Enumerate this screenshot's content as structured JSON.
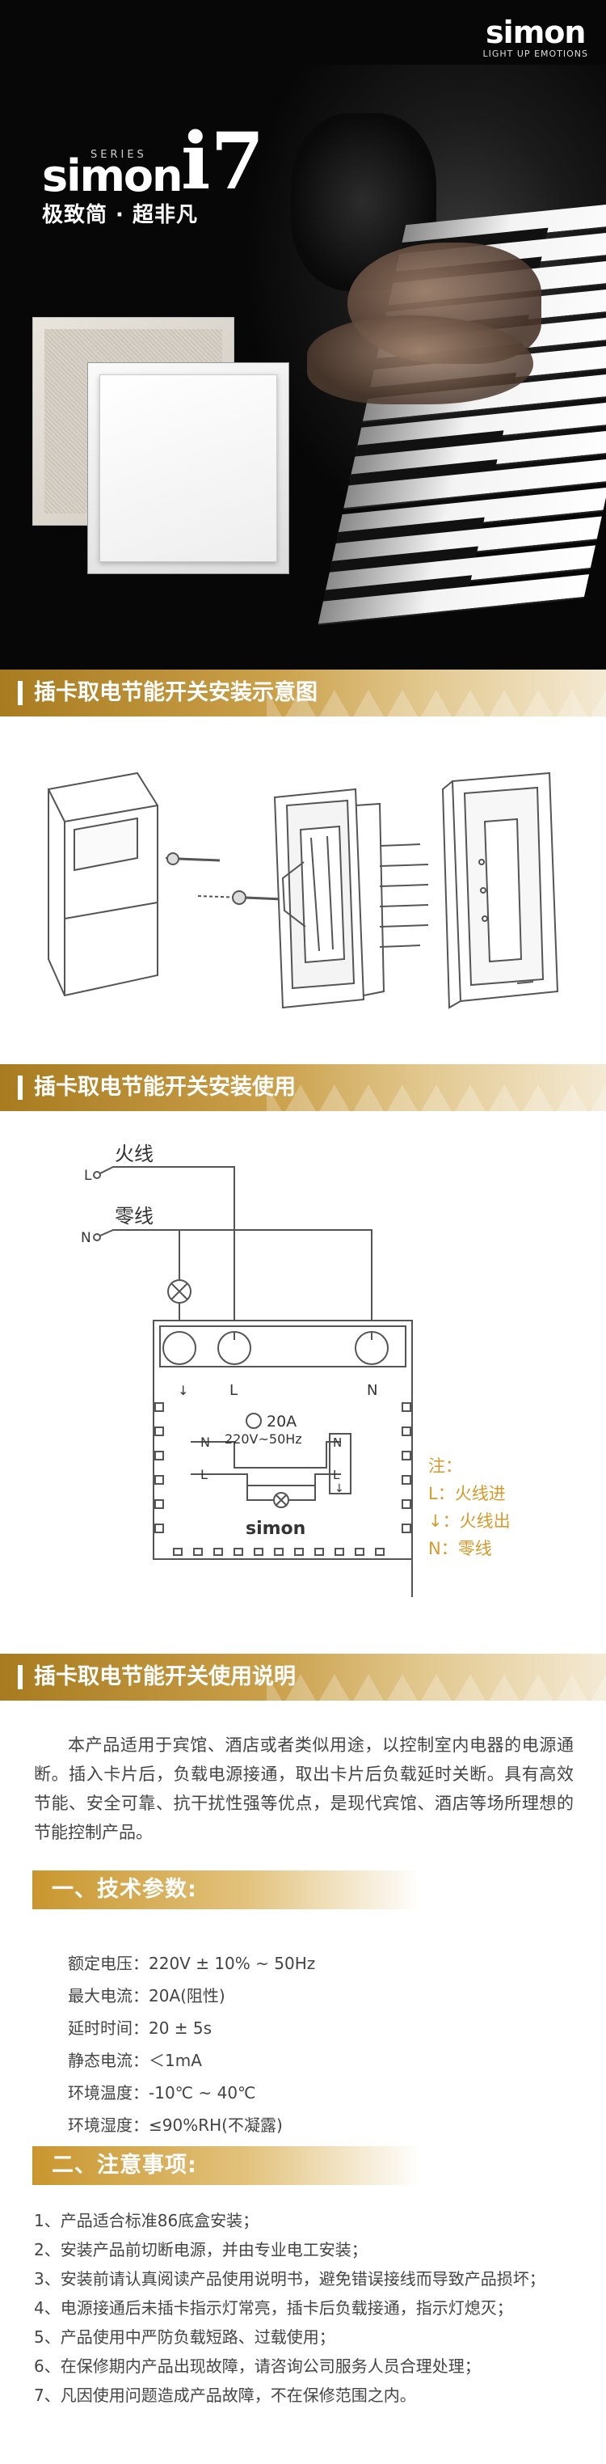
{
  "hero": {
    "brand_logo": "simon",
    "brand_tagline": "LIGHT UP EMOTIONS",
    "series_small": "SERIES",
    "series_brand": "simon",
    "series_model": "i7",
    "slogan": "极致简 · 超非凡"
  },
  "sections": {
    "install_diagram_title": "插卡取电节能开关安装示意图",
    "usage_title": "插卡取电节能开关安装使用",
    "instructions_title": "插卡取电节能开关使用说明"
  },
  "wiring": {
    "live_label": "L",
    "live_name": "火线",
    "neutral_label": "N",
    "neutral_name": "零线",
    "terminal_left": "L",
    "terminal_right": "N",
    "rating_current": "20A",
    "rating_voltage": "220V~50Hz",
    "inner_n_left": "N",
    "inner_n_right": "N",
    "inner_l_left": "L",
    "inner_l_right": "L",
    "device_logo": "simon"
  },
  "legend": {
    "title": "注：",
    "line1": "L：火线进",
    "line2": "↓：火线出",
    "line3": "N：零线"
  },
  "description": "本产品适用于宾馆、酒店或者类似用途，以控制室内电器的电源通断。插入卡片后，负载电源接通，取出卡片后负载延时关断。具有高效节能、安全可靠、抗干扰性强等优点，是现代宾馆、酒店等场所理想的节能控制产品。",
  "specs": {
    "heading": "一、技术参数:",
    "items": [
      "额定电压：220V ± 10% ~ 50Hz",
      "最大电流：20A(阻性)",
      "延时时间：20 ± 5s",
      "静态电流：＜1mA",
      "环境温度：-10℃ ~ 40℃",
      "环境湿度：≤90%RH(不凝露)"
    ]
  },
  "notices": {
    "heading": "二、注意事项:",
    "items": [
      "1、产品适合标准86底盒安装；",
      "2、安装产品前切断电源，并由专业电工安装；",
      "3、安装前请认真阅读产品使用说明书，避免错误接线而导致产品损坏；",
      "4、电源接通后未插卡指示灯常亮，插卡后负载接通，指示灯熄灭；",
      "5、产品使用中严防负载短路、过载使用；",
      "6、在保修期内产品出现故障，请咨询公司服务人员合理处理；",
      "7、凡因使用问题造成产品故障，不在保修范围之内。"
    ]
  }
}
